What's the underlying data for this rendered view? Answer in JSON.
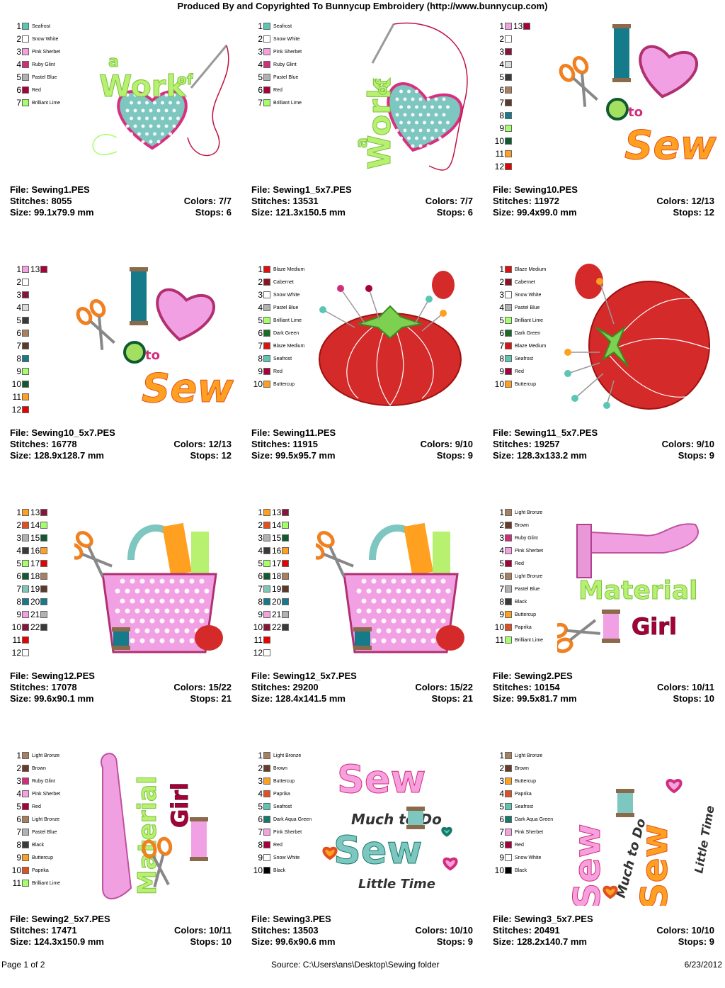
{
  "header": {
    "title": "Produced By and Copyrighted To Bunnycup Embroidery (http://www.bunnycup.com)"
  },
  "labels": {
    "file": "File: ",
    "stitches": "Stitches: ",
    "size": "Size: ",
    "colors": "Colors: ",
    "stops": "Stops: "
  },
  "designs": [
    {
      "file": "Sewing1.PES",
      "stitches": "8055",
      "size": "99.1x79.9 mm",
      "colors": "7/7",
      "stops": "6",
      "art": "work-of-heart",
      "legend": [
        [
          "1",
          "#5cc6b5",
          "Seafrost"
        ],
        [
          "2",
          "#ffffff",
          "Snow White"
        ],
        [
          "3",
          "#f7a0e0",
          "Pink Sherbet"
        ],
        [
          "4",
          "#d02e7a",
          "Ruby Glint"
        ],
        [
          "5",
          "#b2b2b2",
          "Pastel Blue"
        ],
        [
          "6",
          "#a8003a",
          "Red"
        ],
        [
          "7",
          "#a4ff6a",
          "Brilliant Lime"
        ]
      ]
    },
    {
      "file": "Sewing1_5x7.PES",
      "stitches": "13531",
      "size": "121.3x150.5 mm",
      "colors": "7/7",
      "stops": "6",
      "art": "work-of-heart-tall",
      "legend": [
        [
          "1",
          "#5cc6b5",
          "Seafrost"
        ],
        [
          "2",
          "#ffffff",
          "Snow White"
        ],
        [
          "3",
          "#f7a0e0",
          "Pink Sherbet"
        ],
        [
          "4",
          "#d02e7a",
          "Ruby Glint"
        ],
        [
          "5",
          "#b2b2b2",
          "Pastel Blue"
        ],
        [
          "6",
          "#a8003a",
          "Red"
        ],
        [
          "7",
          "#a4ff6a",
          "Brilliant Lime"
        ]
      ]
    },
    {
      "file": "Sewing10.PES",
      "stitches": "11972",
      "size": "99.4x99.0 mm",
      "colors": "12/13",
      "stops": "12",
      "art": "sew-kit",
      "legend": [
        [
          "1",
          "#f7a0e0",
          "",
          "13",
          "#a8003a"
        ],
        [
          "2",
          "#ffffff",
          ""
        ],
        [
          "3",
          "#8a1438",
          ""
        ],
        [
          "4",
          "#dcdcdc",
          ""
        ],
        [
          "5",
          "#3a3a3a",
          ""
        ],
        [
          "6",
          "#a88060",
          ""
        ],
        [
          "7",
          "#5a3a2a",
          ""
        ],
        [
          "8",
          "#157a8a",
          ""
        ],
        [
          "9",
          "#a4ff6a",
          ""
        ],
        [
          "10",
          "#0f5a30",
          ""
        ],
        [
          "11",
          "#ffa020",
          ""
        ],
        [
          "12",
          "#e80000",
          ""
        ]
      ]
    },
    {
      "file": "Sewing10_5x7.PES",
      "stitches": "16778",
      "size": "128.9x128.7 mm",
      "colors": "12/13",
      "stops": "12",
      "art": "sew-kit",
      "legend": [
        [
          "1",
          "#f7a0e0",
          "",
          "13",
          "#a8003a"
        ],
        [
          "2",
          "#ffffff",
          ""
        ],
        [
          "3",
          "#8a1438",
          ""
        ],
        [
          "4",
          "#dcdcdc",
          ""
        ],
        [
          "5",
          "#3a3a3a",
          ""
        ],
        [
          "6",
          "#a88060",
          ""
        ],
        [
          "7",
          "#5a3a2a",
          ""
        ],
        [
          "8",
          "#157a8a",
          ""
        ],
        [
          "9",
          "#a4ff6a",
          ""
        ],
        [
          "10",
          "#0f5a30",
          ""
        ],
        [
          "11",
          "#ffa020",
          ""
        ],
        [
          "12",
          "#e80000",
          ""
        ]
      ]
    },
    {
      "file": "Sewing11.PES",
      "stitches": "11915",
      "size": "99.5x95.7 mm",
      "colors": "9/10",
      "stops": "9",
      "art": "pincushion",
      "legend": [
        [
          "1",
          "#e01010",
          "Blaze Medium"
        ],
        [
          "2",
          "#8a1420",
          "Cabernet"
        ],
        [
          "3",
          "#ffffff",
          "Snow White"
        ],
        [
          "4",
          "#b2b2b2",
          "Pastel Blue"
        ],
        [
          "5",
          "#a4ff6a",
          "Brilliant Lime"
        ],
        [
          "6",
          "#1a6a2a",
          "Dark Green"
        ],
        [
          "7",
          "#e01010",
          "Blaze Medium"
        ],
        [
          "8",
          "#5cc6b5",
          "Seafrost"
        ],
        [
          "9",
          "#a8003a",
          "Red"
        ],
        [
          "10",
          "#ffa020",
          "Buttercup"
        ]
      ]
    },
    {
      "file": "Sewing11_5x7.PES",
      "stitches": "19257",
      "size": "128.3x133.2 mm",
      "colors": "9/10",
      "stops": "9",
      "art": "pincushion-tilt",
      "legend": [
        [
          "1",
          "#e01010",
          "Blaze Medium"
        ],
        [
          "2",
          "#8a1420",
          "Cabernet"
        ],
        [
          "3",
          "#ffffff",
          "Snow White"
        ],
        [
          "4",
          "#b2b2b2",
          "Pastel Blue"
        ],
        [
          "5",
          "#a4ff6a",
          "Brilliant Lime"
        ],
        [
          "6",
          "#1a6a2a",
          "Dark Green"
        ],
        [
          "7",
          "#e01010",
          "Blaze Medium"
        ],
        [
          "8",
          "#5cc6b5",
          "Seafrost"
        ],
        [
          "9",
          "#a8003a",
          "Red"
        ],
        [
          "10",
          "#ffa020",
          "Buttercup"
        ]
      ]
    },
    {
      "file": "Sewing12.PES",
      "stitches": "17078",
      "size": "99.6x90.1 mm",
      "colors": "15/22",
      "stops": "21",
      "art": "sewing-bag",
      "legend": [
        [
          "1",
          "#ffa020",
          "",
          "13",
          "#8a1438"
        ],
        [
          "2",
          "#e05020",
          "",
          "14",
          "#a4ff6a"
        ],
        [
          "3",
          "#b2b2b2",
          "",
          "15",
          "#0f5a30"
        ],
        [
          "4",
          "#3a3a3a",
          "",
          "16",
          "#ffa020"
        ],
        [
          "5",
          "#a4ff6a",
          "",
          "17",
          "#e80000"
        ],
        [
          "6",
          "#0f5a30",
          "",
          "18",
          "#a88060"
        ],
        [
          "7",
          "#7ec6b5",
          "",
          "19",
          "#5a3a2a"
        ],
        [
          "8",
          "#157a8a",
          "",
          "20",
          "#157a8a"
        ],
        [
          "9",
          "#f7a0e0",
          "",
          "21",
          "#b2b2b2"
        ],
        [
          "10",
          "#8a1438",
          "",
          "22",
          "#3a3a3a"
        ],
        [
          "11",
          "#e80000",
          ""
        ],
        [
          "12",
          "#ffffff",
          ""
        ]
      ]
    },
    {
      "file": "Sewing12_5x7.PES",
      "stitches": "29200",
      "size": "128.4x141.5 mm",
      "colors": "15/22",
      "stops": "21",
      "art": "sewing-bag",
      "legend": [
        [
          "1",
          "#ffa020",
          "",
          "13",
          "#8a1438"
        ],
        [
          "2",
          "#e05020",
          "",
          "14",
          "#a4ff6a"
        ],
        [
          "3",
          "#b2b2b2",
          "",
          "15",
          "#0f5a30"
        ],
        [
          "4",
          "#3a3a3a",
          "",
          "16",
          "#ffa020"
        ],
        [
          "5",
          "#a4ff6a",
          "",
          "17",
          "#e80000"
        ],
        [
          "6",
          "#0f5a30",
          "",
          "18",
          "#a88060"
        ],
        [
          "7",
          "#7ec6b5",
          "",
          "19",
          "#5a3a2a"
        ],
        [
          "8",
          "#157a8a",
          "",
          "20",
          "#157a8a"
        ],
        [
          "9",
          "#f7a0e0",
          "",
          "21",
          "#b2b2b2"
        ],
        [
          "10",
          "#8a1438",
          "",
          "22",
          "#3a3a3a"
        ],
        [
          "11",
          "#e80000",
          ""
        ],
        [
          "12",
          "#ffffff",
          ""
        ]
      ]
    },
    {
      "file": "Sewing2.PES",
      "stitches": "10154",
      "size": "99.5x81.7 mm",
      "colors": "10/11",
      "stops": "10",
      "art": "material-girl",
      "legend": [
        [
          "1",
          "#a88060",
          "Light Bronze"
        ],
        [
          "2",
          "#6a3a2a",
          "Brown"
        ],
        [
          "3",
          "#d02e7a",
          "Ruby Glint"
        ],
        [
          "4",
          "#f7a0e0",
          "Pink Sherbet"
        ],
        [
          "5",
          "#a8003a",
          "Red"
        ],
        [
          "6",
          "#a88060",
          "Light Bronze"
        ],
        [
          "7",
          "#b2b2b2",
          "Pastel Blue"
        ],
        [
          "8",
          "#3a3a3a",
          "Black"
        ],
        [
          "9",
          "#ffa020",
          "Buttercup"
        ],
        [
          "10",
          "#e05020",
          "Paprika"
        ],
        [
          "11",
          "#a4ff6a",
          "Brilliant Lime"
        ]
      ]
    },
    {
      "file": "Sewing2_5x7.PES",
      "stitches": "17471",
      "size": "124.3x150.9 mm",
      "colors": "10/11",
      "stops": "10",
      "art": "material-girl-tall",
      "legend": [
        [
          "1",
          "#a88060",
          "Light Bronze"
        ],
        [
          "2",
          "#6a3a2a",
          "Brown"
        ],
        [
          "3",
          "#d02e7a",
          "Ruby Glint"
        ],
        [
          "4",
          "#f7a0e0",
          "Pink Sherbet"
        ],
        [
          "5",
          "#a8003a",
          "Red"
        ],
        [
          "6",
          "#a88060",
          "Light Bronze"
        ],
        [
          "7",
          "#b2b2b2",
          "Pastel Blue"
        ],
        [
          "8",
          "#3a3a3a",
          "Black"
        ],
        [
          "9",
          "#ffa020",
          "Buttercup"
        ],
        [
          "10",
          "#e05020",
          "Paprika"
        ],
        [
          "11",
          "#a4ff6a",
          "Brilliant Lime"
        ]
      ]
    },
    {
      "file": "Sewing3.PES",
      "stitches": "13503",
      "size": "99.6x90.6 mm",
      "colors": "10/10",
      "stops": "9",
      "art": "sew-much",
      "legend": [
        [
          "1",
          "#a88060",
          "Light Bronze"
        ],
        [
          "2",
          "#6a3a2a",
          "Brown"
        ],
        [
          "3",
          "#ffa020",
          "Buttercup"
        ],
        [
          "4",
          "#e05020",
          "Paprika"
        ],
        [
          "5",
          "#5cc6b5",
          "Seafrost"
        ],
        [
          "6",
          "#157a6a",
          "Dark Aqua Green"
        ],
        [
          "7",
          "#f7a0e0",
          "Pink Sherbet"
        ],
        [
          "8",
          "#a8003a",
          "Red"
        ],
        [
          "9",
          "#ffffff",
          "Snow White"
        ],
        [
          "10",
          "#000000",
          "Black"
        ]
      ]
    },
    {
      "file": "Sewing3_5x7.PES",
      "stitches": "20491",
      "size": "128.2x140.7 mm",
      "colors": "10/10",
      "stops": "9",
      "art": "sew-much-tall",
      "legend": [
        [
          "1",
          "#a88060",
          "Light Bronze"
        ],
        [
          "2",
          "#6a3a2a",
          "Brown"
        ],
        [
          "3",
          "#ffa020",
          "Buttercup"
        ],
        [
          "4",
          "#e05020",
          "Paprika"
        ],
        [
          "5",
          "#5cc6b5",
          "Seafrost"
        ],
        [
          "6",
          "#157a6a",
          "Dark Aqua Green"
        ],
        [
          "7",
          "#f7a0e0",
          "Pink Sherbet"
        ],
        [
          "8",
          "#a8003a",
          "Red"
        ],
        [
          "9",
          "#ffffff",
          "Snow White"
        ],
        [
          "10",
          "#000000",
          "Black"
        ]
      ]
    }
  ],
  "artText": {
    "work": "Work",
    "a": "a",
    "of": "of",
    "sew": "Sew",
    "to": "to",
    "material": "Material",
    "girl": "Girl",
    "sewBig": "Sew",
    "muchToDo": "Much to Do",
    "littleTime": "Little Time"
  },
  "footer": {
    "page": "Page 1 of 2",
    "source": "Source:  C:\\Users\\ans\\Desktop\\Sewing folder",
    "date": "6/23/2012"
  }
}
